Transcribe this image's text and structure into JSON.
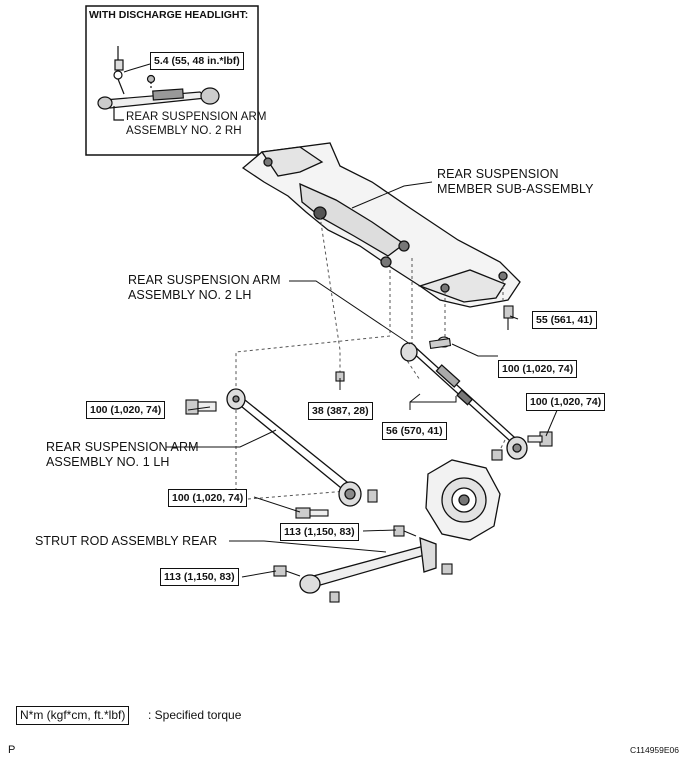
{
  "inset": {
    "title": "WITH DISCHARGE HEADLIGHT:",
    "torque": "5.4 (55, 48 in.*lbf)",
    "part_label_line1": "REAR SUSPENSION ARM",
    "part_label_line2": "ASSEMBLY NO. 2 RH"
  },
  "labels": {
    "member_line1": "REAR SUSPENSION",
    "member_line2": "MEMBER SUB-ASSEMBLY",
    "arm2lh_line1": "REAR SUSPENSION ARM",
    "arm2lh_line2": "ASSEMBLY NO. 2 LH",
    "arm1lh_line1": "REAR SUSPENSION ARM",
    "arm1lh_line2": "ASSEMBLY NO. 1 LH",
    "strut": "STRUT ROD ASSEMBLY REAR"
  },
  "torques": {
    "t55": "55 (561, 41)",
    "t100_upper": "100 (1,020, 74)",
    "t38": "38 (387, 28)",
    "t100_left": "100 (1,020, 74)",
    "t56": "56 (570, 41)",
    "t100_right": "100 (1,020, 74)",
    "t100_lower": "100 (1,020, 74)",
    "t113_right": "113 (1,150, 83)",
    "t113_left": "113 (1,150, 83)"
  },
  "legend": {
    "unit": "N*m (kgf*cm, ft.*lbf)",
    "text": ": Specified torque"
  },
  "footer": {
    "left_mark": "P",
    "code": "C114959E06"
  }
}
